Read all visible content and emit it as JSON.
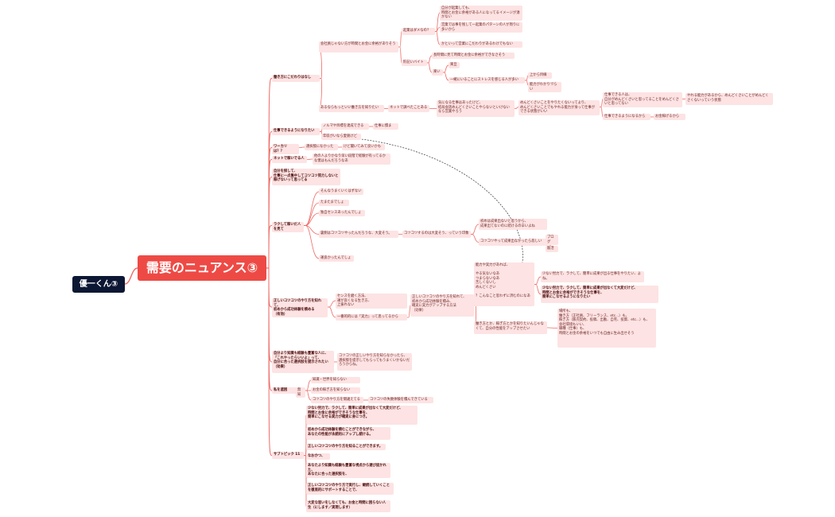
{
  "colors": {
    "root_bg": "#ee4a45",
    "person_bg": "#0c1733",
    "node_bg": "#fde3e3",
    "line": "#ee6b66",
    "relation": "#333333"
  },
  "person": "優一くん③",
  "root": "需要のニュアンス③",
  "nodes": {
    "b1": "働き方にこだわりはなし",
    "b1a": "会社員じゃない方が時間とお金に余裕がありそう",
    "b1a1": "起業はダメなの？",
    "b1a1a": "自分が起業しても、\n時間とお金に余裕がある人になってるイメージが湧かない",
    "b1a1b": "営業では事を残して一起業のパターンの人が周りに多いから",
    "b1a1c": "かといって営業にこだわりがあるわけでもない",
    "b1a2": "貯記いバイト",
    "b1a2a": "長時間に見て時間とお金に余裕ができなさそう",
    "b1a2b": "楽い",
    "b1a2b1": "楽旦",
    "b1a2b2": "一緒にいることにストレスを感じる人が多い",
    "b1a2b2a": "上から目線",
    "b1a2b2b": "能力がわかりづらい",
    "b1b": "あるならもっといい働き方を知りたい",
    "b1b1": "ネットで調べたことある",
    "b1b1a": "気になる仕事はあったけど、\n結局会話めんどくさいことやらないといけないなら営業やろう",
    "b1b1a1": "めんどくさいことをやりたくないってより、\nめんどくさいことでもやれる能力が身って仕事ができる状態がいい",
    "b1b1a1a": "仕事できる人は、\n自分がめんどくさいと思ってることをめんどくさいと思ってない",
    "b1b1a1a1": "やれる能力があるから、めんどくさいことがめんどくさくないっていう状態",
    "b1b1a1b": "仕事できるようになるから",
    "b1b1a1b1": "お金稼げるから",
    "b2": "仕事できるようになりたい",
    "b2a": "ノルマや目標を達成できる",
    "b2a1": "仕事に慣ま",
    "b2b": "年収がいなら愛鋭けど",
    "b3": "ワーカリは？？",
    "b3a": "選択肢になかった",
    "b3a1": "けど聞いてみて良いかも",
    "b4": "ネットで稼いでる人",
    "b4a": "他の人よりかなり早い段階で経験が有ってるかな僕はもんだろうなあ",
    "b5": "自分を探して、\n仕事に一点集中してコツコツ努力しないと稼げないって思ってる",
    "b6": "ラクして稼いだ人を見て",
    "b6a": "そんなうまくいくはずない",
    "b6b": "たまたまでしょ",
    "b6c": "独自センスあったんでしょ",
    "b6d": "裏側はコツコツやったんだろうな、大変そう。",
    "b6d1": "コツコツするのは大変そう、っていう印象",
    "b6d1a": "初めは成果出ないと思うから、\n成果出てないのに続けるの辛いよね",
    "b6d1b": "コツコツやって成果出なかったら悲しい",
    "b6d1b1": "ブログ",
    "b6d1b2": "筋活",
    "b6e": "運良かったんでしょ",
    "b7": "正しいコツコツのやり方を知れて、\n初めから成功体験を積める\n（有効）",
    "b7a": "センスを磨く方法、\n運が良くなる生き方、\n上振れない",
    "b7b": "一番的的には「実力」って思ってるから",
    "b7c": "正しいコツコツのやり方を知れて、\n初めから成功体験を積み、\n確実に実力がアップする方法\n（効果）",
    "b7c1": "能力や実力があれば、\n\nやる気ないなあ\nつまらないなあ\n苦しくないし\nめんどくさい\n\n？こんなこと思わずに済むのになあ",
    "b7c1a": "少ない労力で、ラクして、簡単に成果が出る仕事をやりたい、よね。",
    "b7c1b": "少ない労力で、ラクして、簡単に成果が出なくて大変だけど、\n時間とお金に余裕ができそうな仕事を、\n簡単にこなせるようになりたい",
    "b7c2": "働き方とか、稼ぎ方とかを知りたいんじゃなくて、自分の性能をアップさせたい",
    "b7c2a": "場所も、\n働き方（正社員、フリーランス、etc...）も、\n稼ぎ方（販売契約、投稿、出勤、自宅、投資、etc...）も、\n会社環境もいい、\n職種（仕事）も、\n時間とお金の余裕をいつでも自由に生み出せそう",
    "b8": "自分より知識も経験も豊富な人に、\n「これやったらいいよ」って、\n自分に合った選択肢を提示されたい\n（効果）",
    "b8a": "コツコツの正しいやり方を知らなかったら、\n選択肢を提示してもらってもうまくいかないだろうからね。",
    "b9": "私を遮困",
    "b9a": "無知",
    "b9a1": "知識・世界を知らない",
    "b9a2": "お金の稼ぎ方を知らない",
    "b9a3": "コツコツのやり方を間違えてる",
    "b9a3a": "コツコツの失敗体験を積んできている",
    "b10": "サブトピック 11",
    "b10a": "少ない労力で、ラクして、簡単に成果が出なくて大変だけど、\n時間とお金に余裕ができそうな仕事を、\n簡単にこなせる実力が確実に身につき。",
    "b10b": "初めから成功体験を積むことができながら、\nあなたの性能が永続的にアップし続ける。",
    "b10c": "正しいコツコツのやり方を知ることができます。",
    "b10d": "なおかつ、",
    "b10e": "あなたより知識も経験も豊富な視点から選び抜かれた、\nあなたに合った選択肢を、",
    "b10f": "正しいコツコツのやり方で実行し、継続していくことを徹底的にサポートすることで、",
    "b10g": "大変な思いをしなくても、お金と時間に困らない人生（にします／実現します）"
  }
}
